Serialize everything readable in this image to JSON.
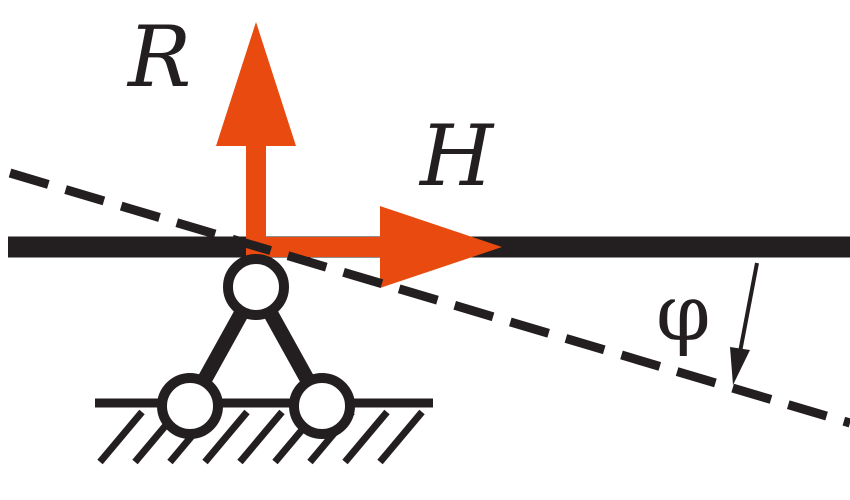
{
  "labels": {
    "reaction": "R",
    "horizontal": "H",
    "angle": "φ"
  },
  "colors": {
    "force": "#e84a10",
    "structure": "#231f20",
    "background": "#ffffff"
  }
}
